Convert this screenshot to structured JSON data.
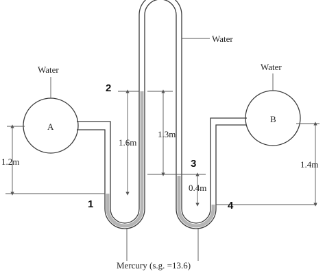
{
  "labels": {
    "water_top": "Water",
    "water_a": "Water",
    "water_b": "Water",
    "vessel_a": "A",
    "vessel_b": "B",
    "mercury": "Mercury (s.g. =13.6)"
  },
  "dimensions": {
    "a_height": "1.2m",
    "mercury_col": "1.6m",
    "mid_col": "1.3m",
    "gap": "0.4m",
    "b_height": "1.4m"
  },
  "points": {
    "p1": "1",
    "p2": "2",
    "p3": "3",
    "p4": "4"
  }
}
